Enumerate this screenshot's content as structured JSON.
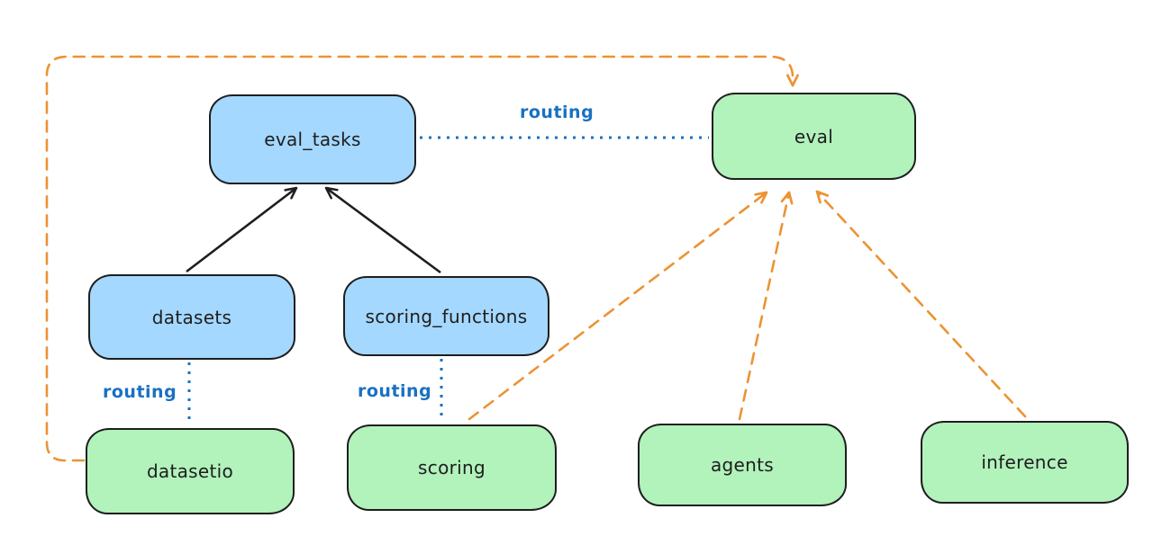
{
  "nodes": {
    "eval_tasks": {
      "label": "eval_tasks",
      "fill": "#a5d8ff"
    },
    "eval": {
      "label": "eval",
      "fill": "#b2f2bb"
    },
    "datasets": {
      "label": "datasets",
      "fill": "#a5d8ff"
    },
    "scoring_functions": {
      "label": "scoring_functions",
      "fill": "#a5d8ff"
    },
    "datasetio": {
      "label": "datasetio",
      "fill": "#b2f2bb"
    },
    "scoring": {
      "label": "scoring",
      "fill": "#b2f2bb"
    },
    "agents": {
      "label": "agents",
      "fill": "#b2f2bb"
    },
    "inference": {
      "label": "inference",
      "fill": "#b2f2bb"
    }
  },
  "edges": [
    {
      "from": "datasets",
      "to": "eval_tasks",
      "style": "solid",
      "color": "#1e1e1e",
      "arrowhead": true
    },
    {
      "from": "scoring_functions",
      "to": "eval_tasks",
      "style": "solid",
      "color": "#1e1e1e",
      "arrowhead": true
    },
    {
      "from": "eval_tasks",
      "to": "eval",
      "style": "dotted",
      "color": "#1971c2",
      "label": "routing",
      "arrowhead": false
    },
    {
      "from": "datasets",
      "to": "datasetio",
      "style": "dotted",
      "color": "#1971c2",
      "label": "routing",
      "arrowhead": false
    },
    {
      "from": "scoring_functions",
      "to": "scoring",
      "style": "dotted",
      "color": "#1971c2",
      "label": "routing",
      "arrowhead": false
    },
    {
      "from": "datasetio",
      "to": "eval",
      "style": "dashed",
      "color": "#ec9333",
      "arrowhead": true,
      "route": "around-left-and-top"
    },
    {
      "from": "scoring",
      "to": "eval",
      "style": "dashed",
      "color": "#ec9333",
      "arrowhead": true
    },
    {
      "from": "agents",
      "to": "eval",
      "style": "dashed",
      "color": "#ec9333",
      "arrowhead": true
    },
    {
      "from": "inference",
      "to": "eval",
      "style": "dashed",
      "color": "#ec9333",
      "arrowhead": true
    }
  ],
  "colors": {
    "background": "#ffffff",
    "node_border": "#1e1e1e",
    "blue_node_fill": "#a5d8ff",
    "green_node_fill": "#b2f2bb",
    "routing_color": "#1971c2",
    "orange_dashed": "#ec9333",
    "black_arrow": "#1e1e1e"
  }
}
